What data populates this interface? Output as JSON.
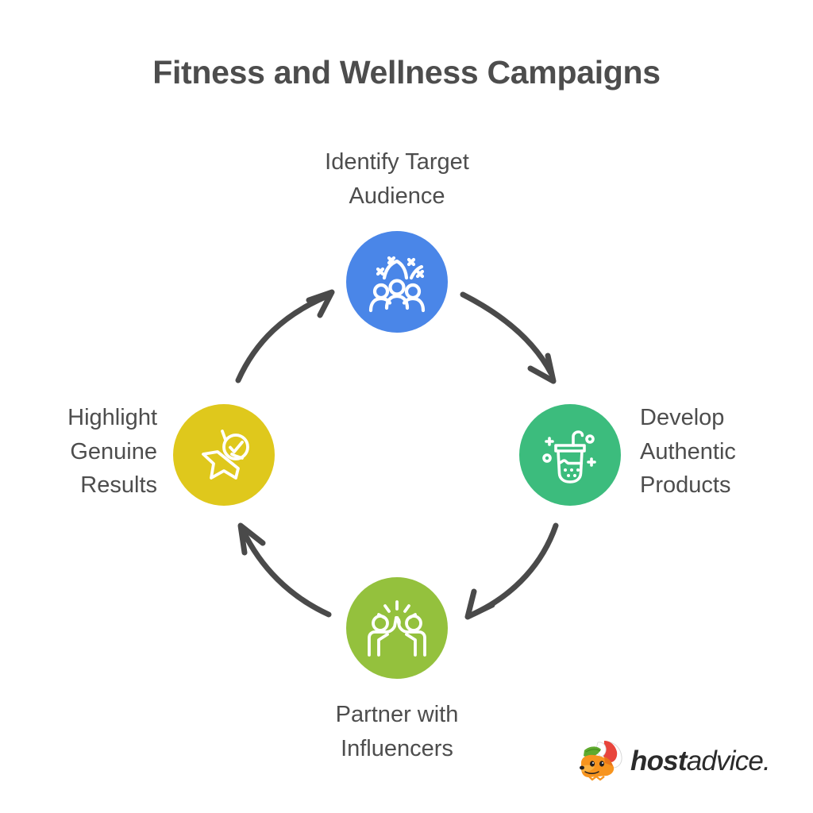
{
  "page": {
    "title": "Fitness and Wellness Campaigns",
    "background_color": "#ffffff",
    "text_color": "#4d4d4d"
  },
  "diagram": {
    "type": "cycle",
    "direction": "clockwise",
    "step_count": 4,
    "nodes": [
      {
        "id": "identify-target-audience",
        "position": "top",
        "label": "Identify Target\nAudience",
        "icon": "crowd-confetti-icon",
        "color": "#4a86e8"
      },
      {
        "id": "develop-authentic-products",
        "position": "right",
        "label": "Develop\nAuthentic\nProducts",
        "icon": "smoothie-cup-icon",
        "color": "#3cbc7d"
      },
      {
        "id": "partner-with-influencers",
        "position": "bottom",
        "label": "Partner with\nInfluencers",
        "icon": "high-five-icon",
        "color": "#94c13d"
      },
      {
        "id": "highlight-genuine-results",
        "position": "left",
        "label": "Highlight\nGenuine\nResults",
        "icon": "star-check-icon",
        "color": "#dfc81c"
      }
    ],
    "arrows": [
      {
        "id": "arrow-top-to-right",
        "from": "identify-target-audience",
        "to": "develop-authentic-products",
        "color": "#4a4a4a"
      },
      {
        "id": "arrow-right-to-bottom",
        "from": "develop-authentic-products",
        "to": "partner-with-influencers",
        "color": "#4a4a4a"
      },
      {
        "id": "arrow-bottom-to-left",
        "from": "partner-with-influencers",
        "to": "highlight-genuine-results",
        "color": "#4a4a4a"
      },
      {
        "id": "arrow-left-to-top",
        "from": "highlight-genuine-results",
        "to": "identify-target-audience",
        "color": "#4a4a4a"
      }
    ]
  },
  "logo": {
    "name": "hostadvice-logo",
    "text_bold": "host",
    "text_regular": "advice.",
    "mark": "fox-mascot-icon"
  }
}
